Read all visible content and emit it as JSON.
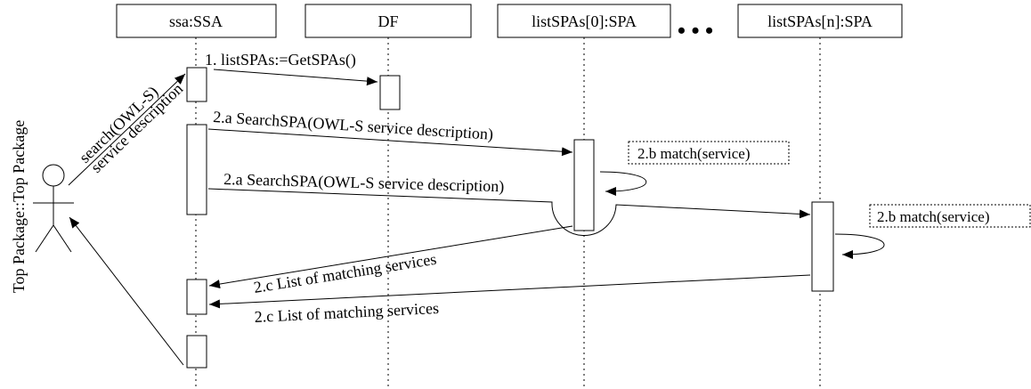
{
  "lifelines": {
    "ssa": "ssa:SSA",
    "df": "DF",
    "spa0": "listSPAs[0]:SPA",
    "ellipsis": "• • •",
    "span": "listSPAs[n]:SPA"
  },
  "actor": {
    "name": "Top Package::Top Package"
  },
  "messages": {
    "search_line1": "search(OWL-S)",
    "search_line2": "service description",
    "get_spas": "1. listSPAs:=GetSPAs()",
    "search_spa_0": "2.a SearchSPA(OWL-S service description)",
    "search_spa_n": "2.a SearchSPA(OWL-S service description)",
    "list_matching_0": "2.c List of matching services",
    "list_matching_n": "2.c List of matching services"
  },
  "notes": {
    "match_0": "2.b match(service)",
    "match_n": "2.b match(service)"
  }
}
